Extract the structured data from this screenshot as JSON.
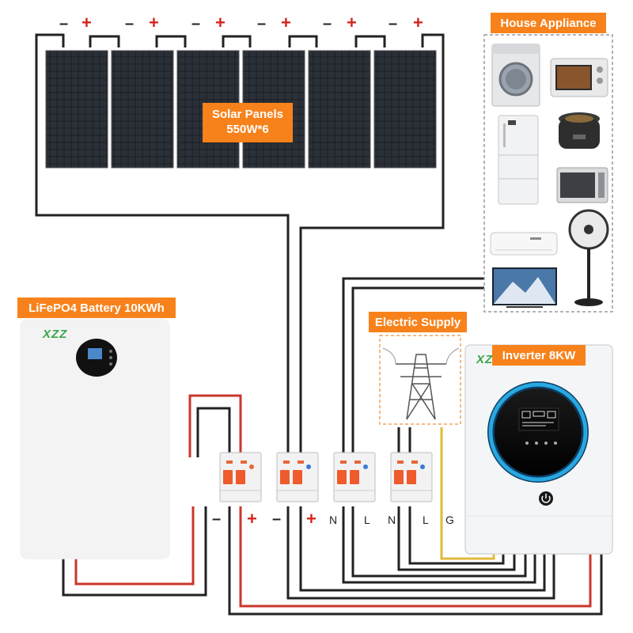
{
  "labels": {
    "house_appliance": "House Appliance",
    "solar_panels_line1": "Solar Panels",
    "solar_panels_line2": "550W*6",
    "battery": "LiFePO4 Battery 10KWh",
    "electric_supply": "Electric Supply",
    "inverter": "Inverter 8KW"
  },
  "brand": {
    "battery_logo": "XZZ",
    "inverter_logo": "XZ"
  },
  "panel_polarity": [
    {
      "minus": "–",
      "plus": "+"
    },
    {
      "minus": "–",
      "plus": "+"
    },
    {
      "minus": "–",
      "plus": "+"
    },
    {
      "minus": "–",
      "plus": "+"
    },
    {
      "minus": "–",
      "plus": "+"
    },
    {
      "minus": "–",
      "plus": "+"
    }
  ],
  "breaker_terminals": {
    "battery": {
      "minus": "–",
      "plus": "+"
    },
    "solar": {
      "minus": "–",
      "plus": "+"
    },
    "output": {
      "n": "N",
      "l": "L"
    },
    "grid": {
      "n": "N",
      "l": "L",
      "g": "G"
    }
  },
  "appliances": [
    "washing-machine",
    "toaster-oven",
    "refrigerator",
    "rice-cooker",
    "microwave",
    "air-conditioner",
    "standing-fan",
    "television"
  ],
  "colors": {
    "accent": "#f7821b",
    "wire_dark": "#222222",
    "wire_red": "#c9362b",
    "wire_yellow": "#f2c94c",
    "inverter_ring": "#29a8e0"
  }
}
